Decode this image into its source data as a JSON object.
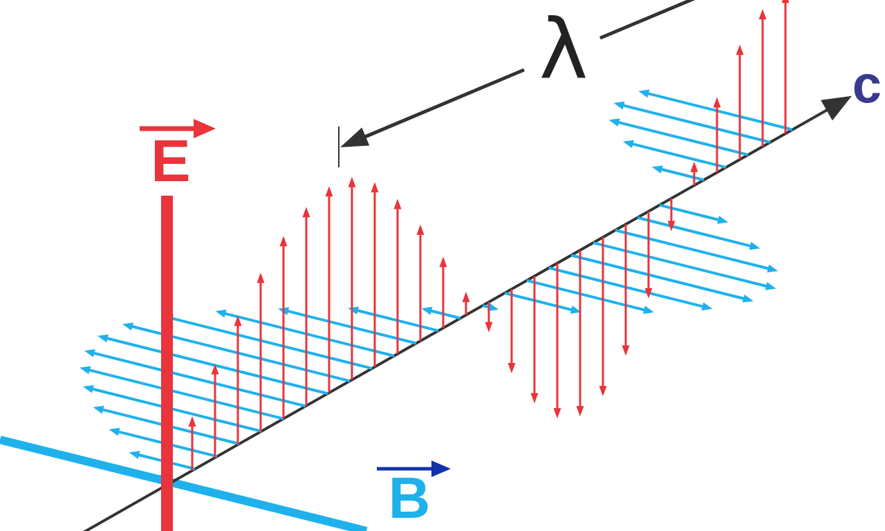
{
  "diagram": {
    "labels": [
      "λ",
      "c",
      "E",
      "B"
    ]
  }
}
